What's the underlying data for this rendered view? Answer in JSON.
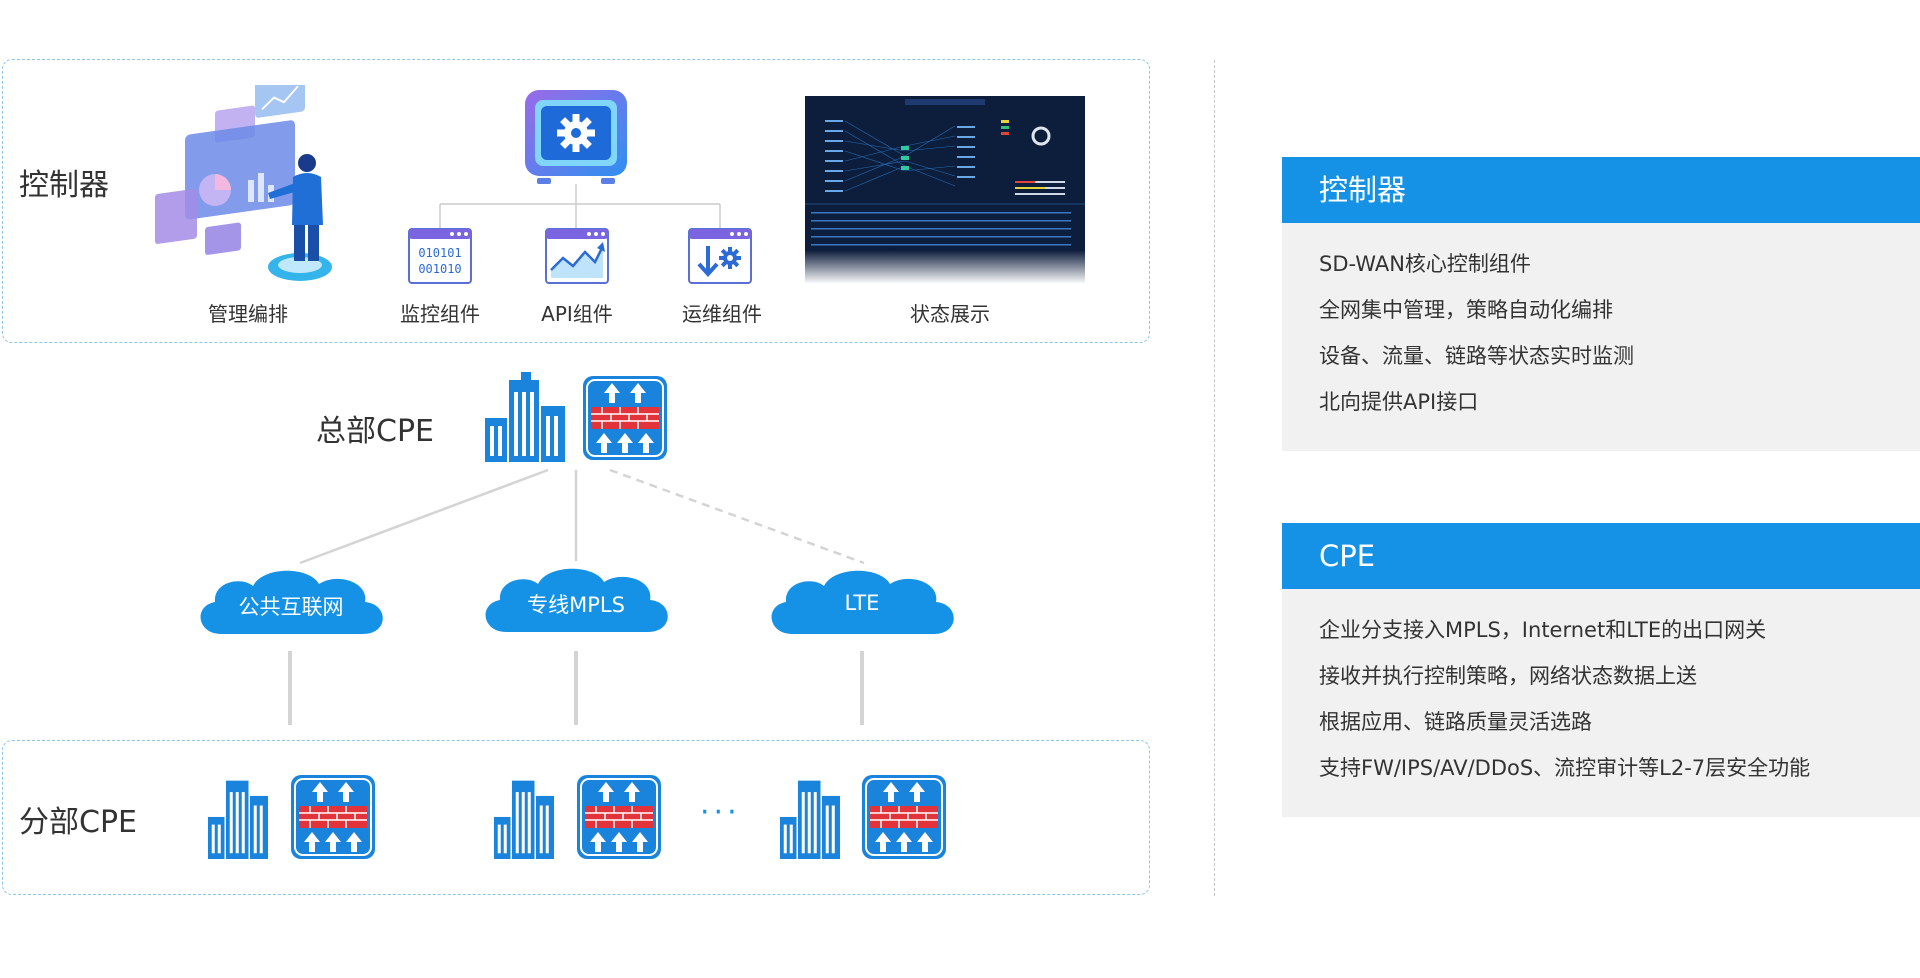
{
  "controller_section": {
    "label": "控制器",
    "captions": {
      "orchestration": "管理编排",
      "monitor": "监控组件",
      "api": "API组件",
      "ops": "运维组件",
      "dashboard": "状态展示"
    },
    "monitor_icon_text": [
      "010101",
      "001010"
    ]
  },
  "hq": {
    "label": "总部CPE"
  },
  "networks": [
    {
      "label": "公共互联网"
    },
    {
      "label": "专线MPLS"
    },
    {
      "label": "LTE"
    }
  ],
  "branch": {
    "label": "分部CPE",
    "ellipsis": "···"
  },
  "info_cards": [
    {
      "title": "控制器",
      "items": [
        "SD-WAN核心控制组件",
        "全网集中管理，策略自动化编排",
        "设备、流量、链路等状态实时监测",
        "北向提供API接口"
      ]
    },
    {
      "title": "CPE",
      "items": [
        "企业分支接入MPLS，Internet和LTE的出口网关",
        "接收并执行控制策略，网络状态数据上送",
        "根据应用、链路质量灵活选路",
        "支持FW/IPS/AV/DDoS、流控审计等L2-7层安全功能"
      ]
    }
  ],
  "colors": {
    "accent": "#1592e6",
    "card_bg": "#f1f1f1",
    "firewall_red": "#e2333a",
    "arrow_gray": "#d4d4d4",
    "dashboard_bg": "#0d1d3c"
  }
}
